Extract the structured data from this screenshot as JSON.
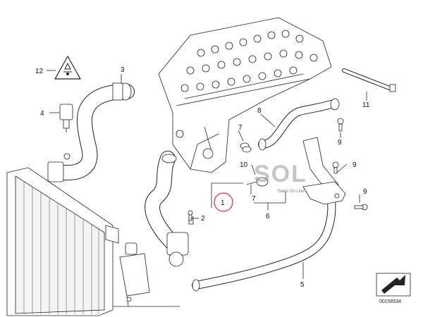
{
  "callouts": {
    "c1": "1",
    "c2": "2",
    "c3": "3",
    "c4": "4",
    "c5": "5",
    "c6": "6",
    "c7a": "7",
    "c7b": "7",
    "c8": "8",
    "c9a": "9",
    "c9b": "9",
    "c9c": "9",
    "c10": "10",
    "c11": "11",
    "c12": "12"
  },
  "watermark": {
    "main": "SOL",
    "sub": "Sales On Line"
  },
  "reference_number": "00158534",
  "colors": {
    "line": "#222222",
    "part_fill": "#ffffff",
    "highlight": "#d0021b",
    "watermark": "#969696"
  }
}
